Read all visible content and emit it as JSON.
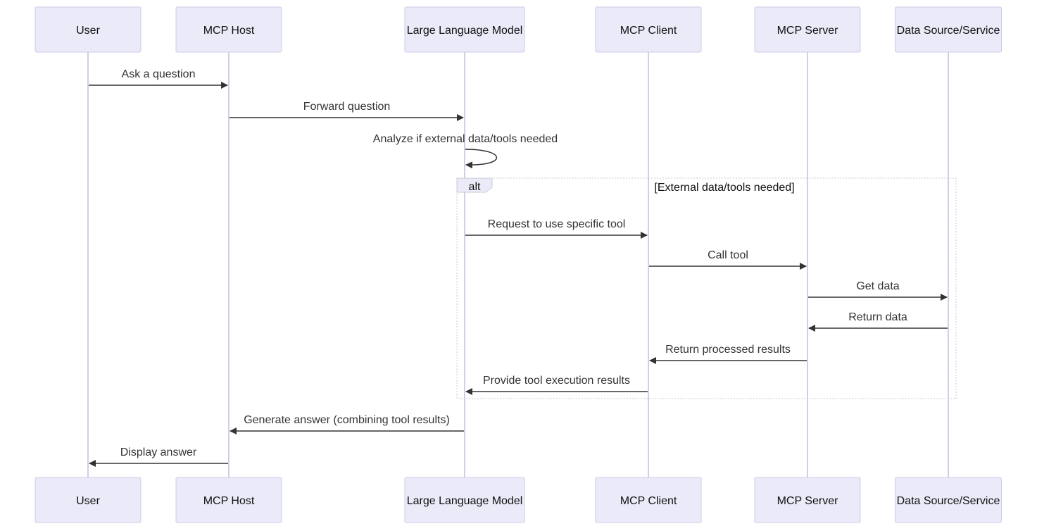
{
  "participants": [
    "User",
    "MCP Host",
    "Large Language Model",
    "MCP Client",
    "MCP Server",
    "Data Source/Service"
  ],
  "messages": [
    {
      "from": 0,
      "to": 1,
      "text": "Ask a question"
    },
    {
      "from": 1,
      "to": 2,
      "text": "Forward question"
    },
    {
      "from": 2,
      "to": 2,
      "text": "Analyze if external data/tools needed"
    },
    {
      "from": 2,
      "to": 3,
      "text": "Request to use specific tool"
    },
    {
      "from": 3,
      "to": 4,
      "text": "Call tool"
    },
    {
      "from": 4,
      "to": 5,
      "text": "Get data"
    },
    {
      "from": 5,
      "to": 4,
      "text": "Return data"
    },
    {
      "from": 4,
      "to": 3,
      "text": "Return processed results"
    },
    {
      "from": 3,
      "to": 2,
      "text": "Provide tool execution results"
    },
    {
      "from": 2,
      "to": 1,
      "text": "Generate answer (combining tool results)"
    },
    {
      "from": 1,
      "to": 0,
      "text": "Display answer"
    }
  ],
  "alt_block": {
    "label": "alt",
    "condition": "[External data/tools needed]"
  },
  "colors": {
    "actor_fill": "#eaeaf8",
    "actor_stroke": "#cccce8",
    "lifeline": "#cfcfe6",
    "arrow": "#333333"
  }
}
